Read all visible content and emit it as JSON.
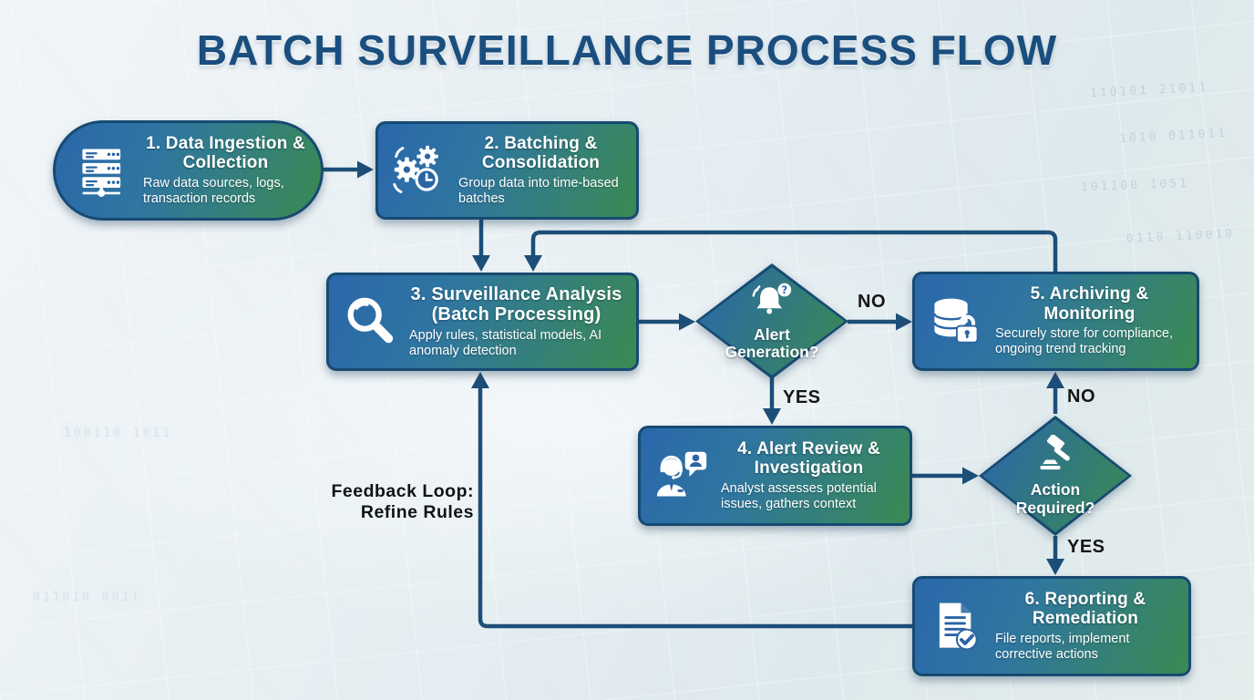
{
  "title": "BATCH SURVEILLANCE PROCESS FLOW",
  "colors": {
    "title": "#1a4e7e",
    "node_blue": "#2a67ab",
    "node_green": "#3a8a52",
    "node_border": "#174a72",
    "arrow": "#1c4e78",
    "edge_label": "#161616",
    "background_light": "#e9f0f4"
  },
  "nodes": [
    {
      "id": "step1",
      "shape": "stadium",
      "icon": "server-stack-icon",
      "title": "1. Data Ingestion & Collection",
      "subtitle": "Raw data sources, logs, transaction records"
    },
    {
      "id": "step2",
      "shape": "rect",
      "icon": "gears-clock-icon",
      "title": "2. Batching & Consolidation",
      "subtitle": "Group data into time-based batches"
    },
    {
      "id": "step3",
      "shape": "rect",
      "icon": "magnifier-icon",
      "title": "3. Surveillance Analysis (Batch Processing)",
      "subtitle": "Apply rules, statistical models, AI anomaly detection"
    },
    {
      "id": "decision-alert",
      "shape": "diamond",
      "icon": "alert-bell-question-icon",
      "title": "Alert Generation?"
    },
    {
      "id": "step4",
      "shape": "rect",
      "icon": "analyst-headset-icon",
      "title": "4. Alert Review & Investigation",
      "subtitle": "Analyst assesses potential issues, gathers context"
    },
    {
      "id": "step5",
      "shape": "rect",
      "icon": "database-lock-icon",
      "title": "5. Archiving & Monitoring",
      "subtitle": "Securely store for compliance, ongoing trend tracking"
    },
    {
      "id": "decision-action",
      "shape": "diamond",
      "icon": "gavel-icon",
      "title": "Action Required?"
    },
    {
      "id": "step6",
      "shape": "rect",
      "icon": "document-check-icon",
      "title": "6. Reporting & Remediation",
      "subtitle": "File reports, implement corrective actions"
    }
  ],
  "edge_labels": {
    "alert_no": "NO",
    "alert_yes": "YES",
    "action_no": "NO",
    "action_yes": "YES",
    "feedback_line1": "Feedback Loop:",
    "feedback_line2": "Refine Rules"
  },
  "background": {
    "code_strings": [
      "110101 21011",
      "1010 011011",
      "101100 1051",
      "0110 110010",
      "100110 1011",
      "011010 0011"
    ]
  }
}
